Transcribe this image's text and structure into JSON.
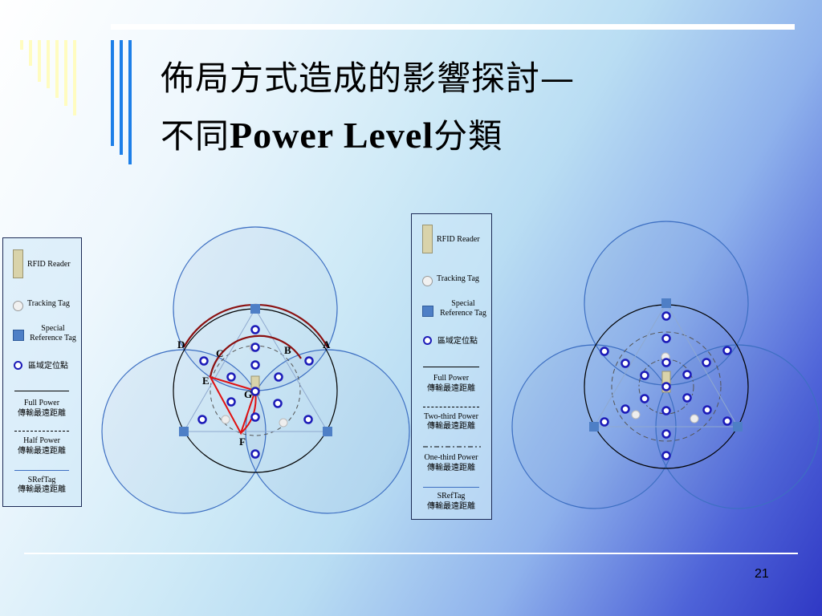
{
  "slide": {
    "title_line1": "佈局方式造成的影響探討—",
    "title_line2_prefix": "不同",
    "title_line2_latin": "Power Level",
    "title_line2_suffix": "分類",
    "page_number": "21"
  },
  "legend_left": {
    "reader": "RFID Reader",
    "tracking": "Tracking Tag",
    "special": "Special Reference Tag",
    "location": "區域定位點",
    "full_power_1": "Full Power",
    "full_power_2": "傳輸最遠距離",
    "half_power_1": "Half Power",
    "half_power_2": "傳輸最遠距離",
    "sreftag_1": "SRefTag",
    "sreftag_2": "傳輸最遠距離"
  },
  "legend_mid": {
    "reader": "RFID Reader",
    "tracking": "Tracking Tag",
    "special": "Special Reference Tag",
    "location": "區域定位點",
    "full_power_1": "Full Power",
    "full_power_2": "傳輸最遠距離",
    "twothird_power_1": "Two-third Power",
    "twothird_power_2": "傳輸最遠距離",
    "onethird_power_1": "One-third Power",
    "onethird_power_2": "傳輸最遠距離",
    "sreftag_1": "SRefTag",
    "sreftag_2": "傳輸最遠距離"
  },
  "diagram1_labels": {
    "A": "A",
    "B": "B",
    "C": "C",
    "D": "D",
    "E": "E",
    "F": "F",
    "G": "G"
  },
  "colors": {
    "sref_circle": "#3d6fc2",
    "full_circle": "#000000",
    "region_outer": "#8b1010",
    "region_inner": "#e01010",
    "location_point": "#1c1bb8",
    "ref_tag": "#4e7fc6",
    "reader": "#d9d3aa",
    "accent_bar": "#1d7fe8",
    "accent_bar_light": "#fffcc0"
  },
  "icons": [
    "rfid-reader-icon",
    "tracking-tag-icon",
    "special-reference-tag-icon",
    "location-point-icon"
  ]
}
